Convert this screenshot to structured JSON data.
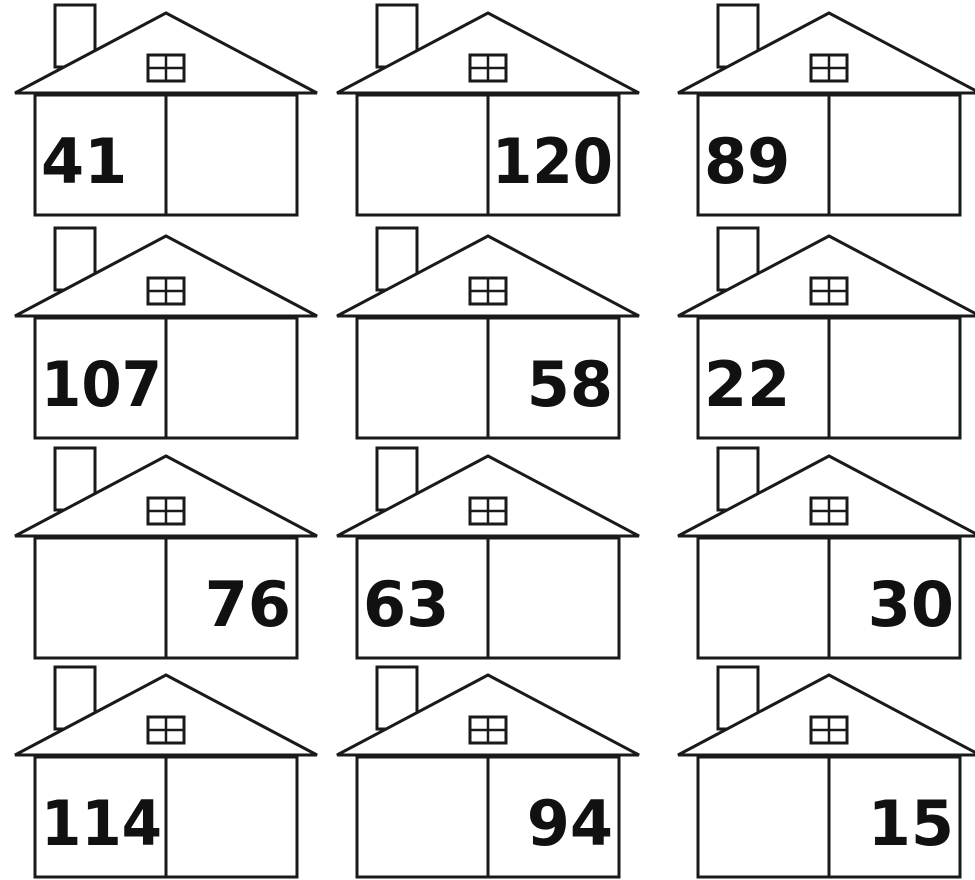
{
  "worksheet": {
    "houses": [
      {
        "number": "41",
        "side": "left"
      },
      {
        "number": "120",
        "side": "right"
      },
      {
        "number": "89",
        "side": "left"
      },
      {
        "number": "107",
        "side": "left"
      },
      {
        "number": "58",
        "side": "right"
      },
      {
        "number": "22",
        "side": "left"
      },
      {
        "number": "76",
        "side": "right"
      },
      {
        "number": "63",
        "side": "left"
      },
      {
        "number": "30",
        "side": "right"
      },
      {
        "number": "114",
        "side": "left"
      },
      {
        "number": "94",
        "side": "right"
      },
      {
        "number": "15",
        "side": "right"
      }
    ]
  },
  "colors": {
    "line": "#1a1a1a",
    "fill": "#ffffff",
    "text": "#111111"
  }
}
